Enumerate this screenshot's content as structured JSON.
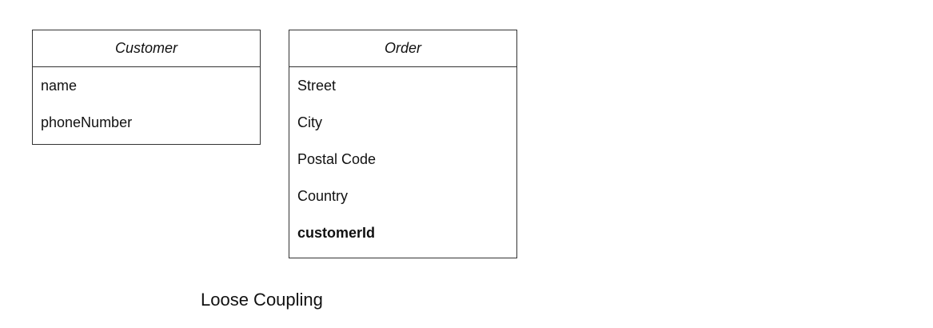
{
  "classes": {
    "customer": {
      "name": "Customer",
      "attributes": [
        "name",
        "phoneNumber"
      ]
    },
    "order": {
      "name": "Order",
      "attributes": [
        "Street",
        "City",
        "Postal Code",
        "Country",
        "customerId"
      ]
    }
  },
  "caption": "Loose Coupling"
}
